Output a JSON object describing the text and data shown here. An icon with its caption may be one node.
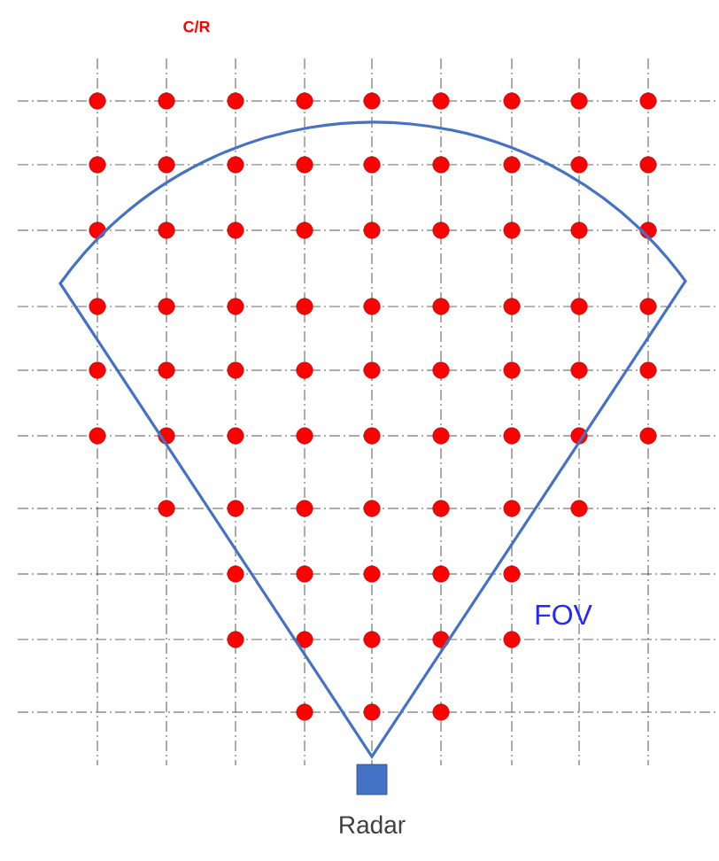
{
  "diagram": {
    "nodes": [
      {
        "text": [
          "Radar"
        ]
      }
    ],
    "labels": [
      "C/R",
      "FOV"
    ]
  }
}
